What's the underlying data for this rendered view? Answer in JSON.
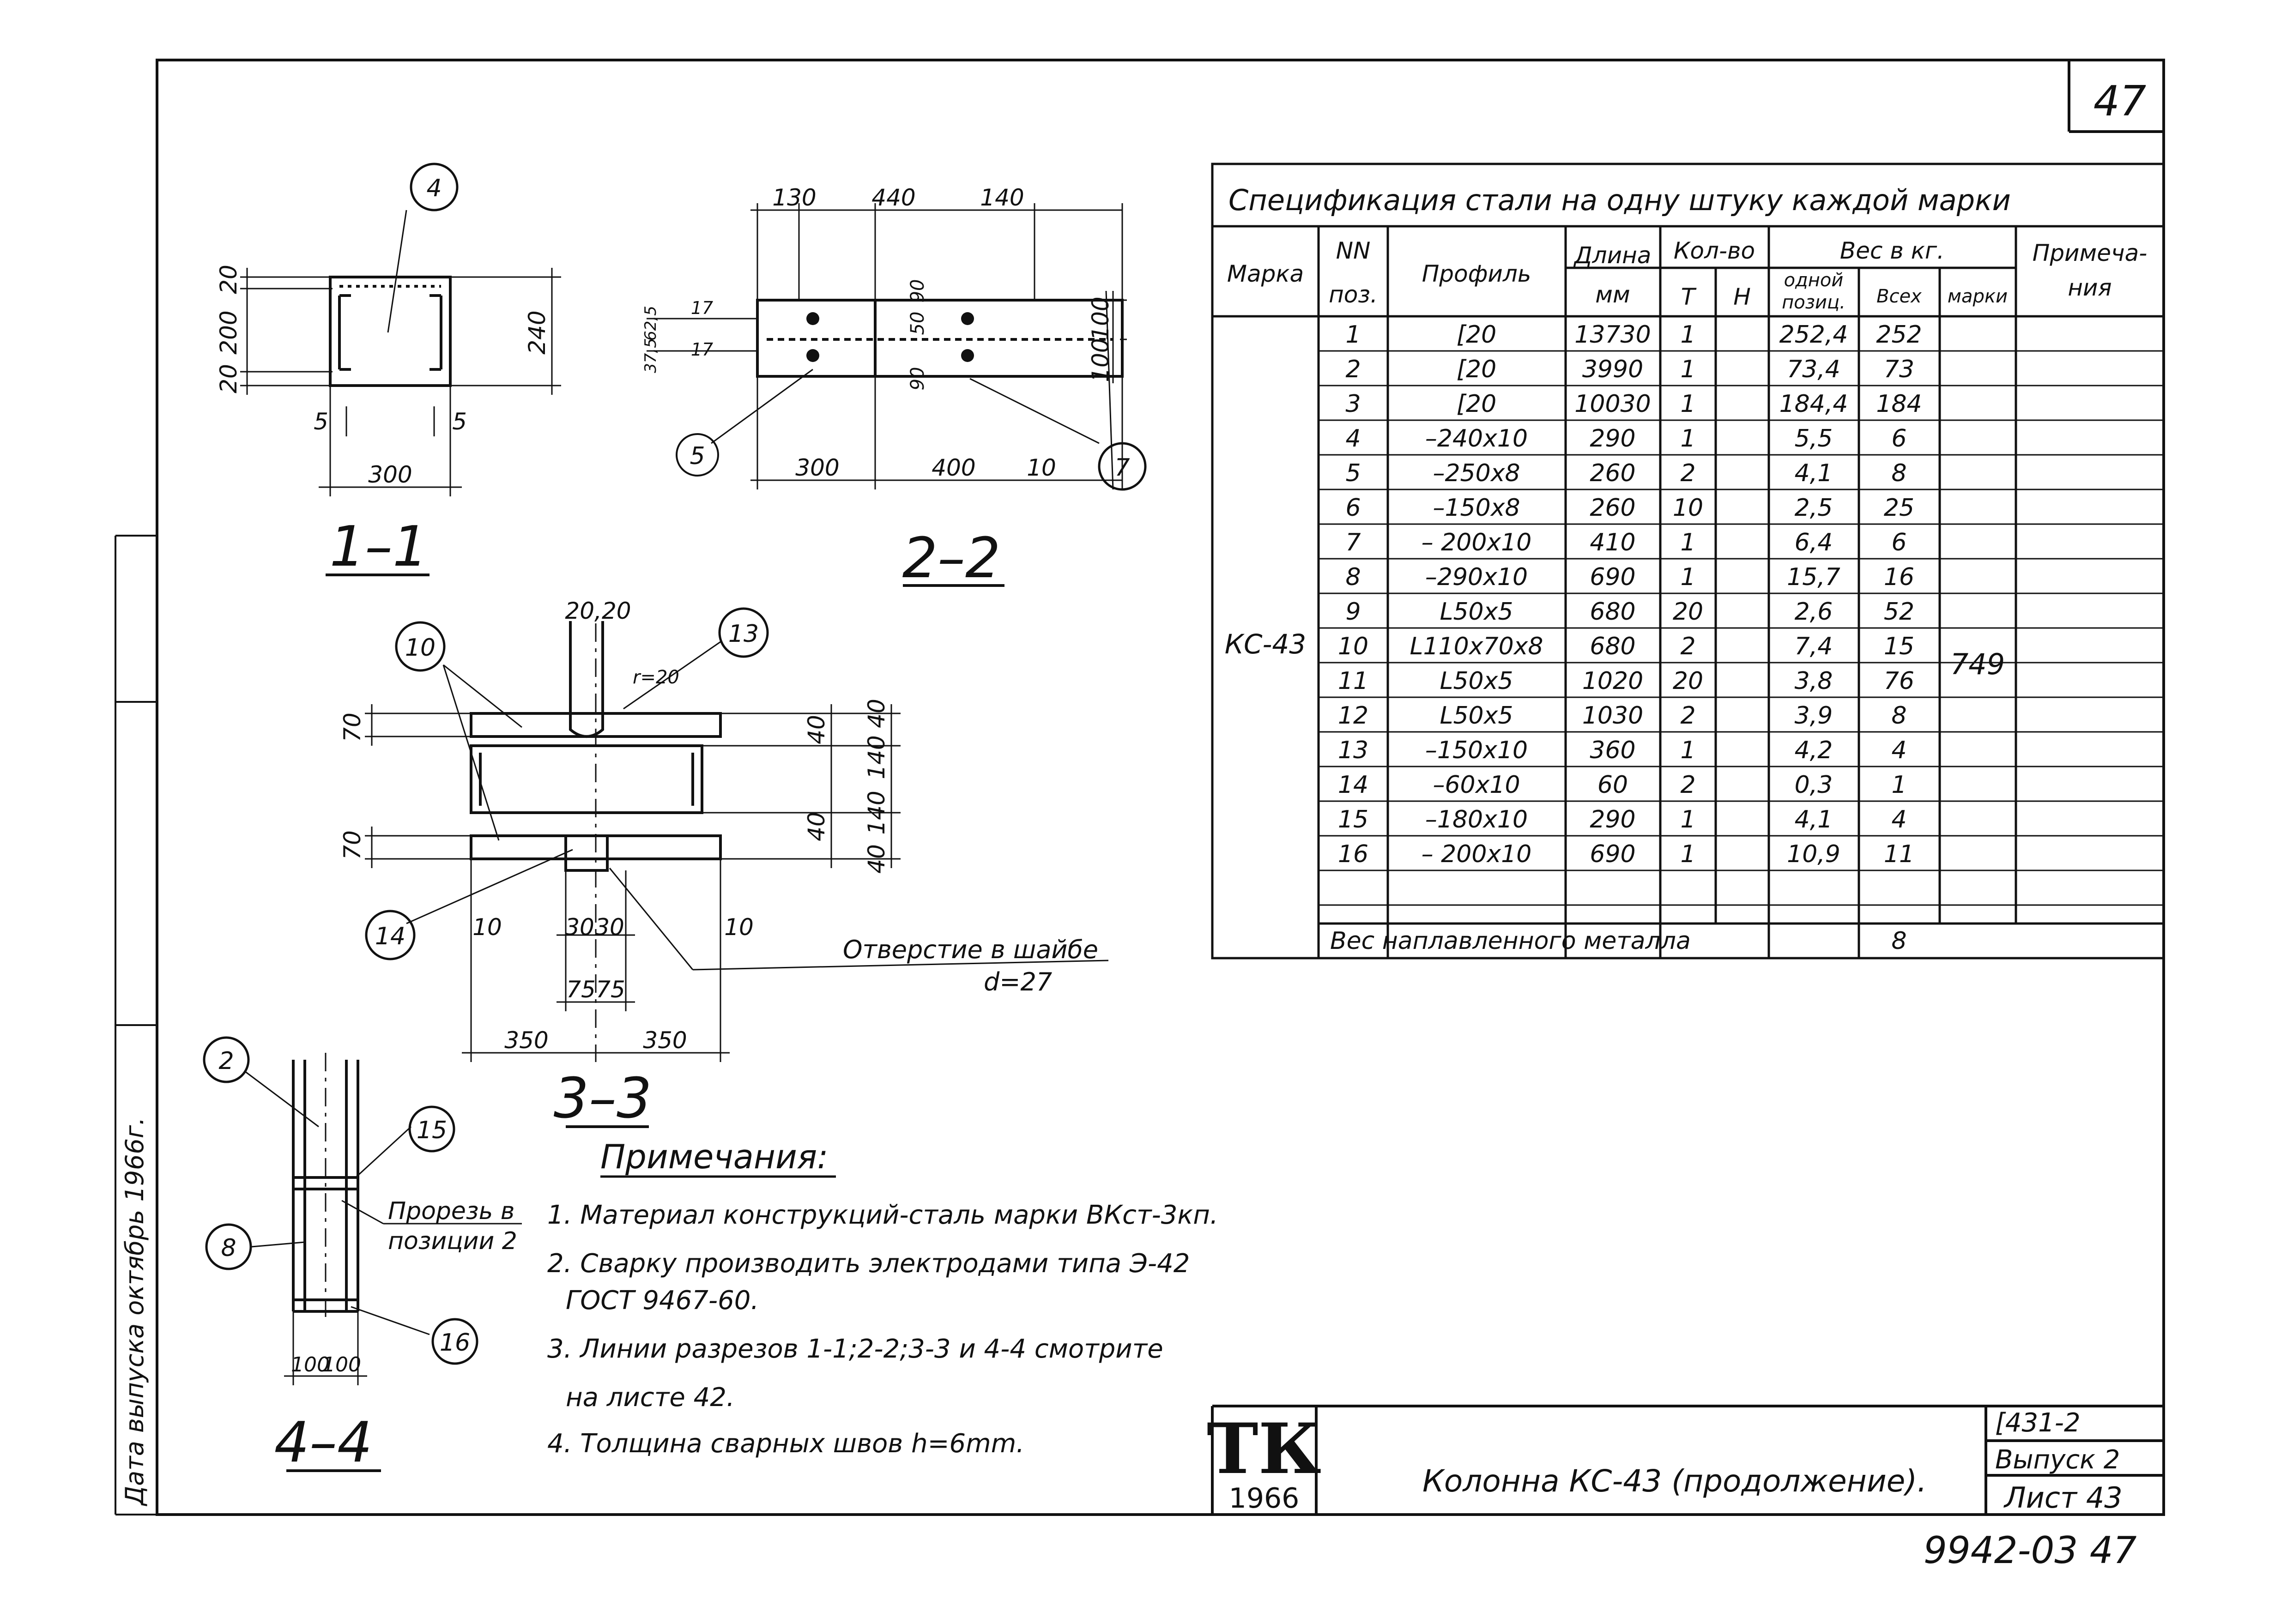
{
  "page_number": "47",
  "spec": {
    "title": "Спецификация стали на одну штуку каждой марки",
    "headers": {
      "marka": "Марка",
      "pos": [
        "NN",
        "поз."
      ],
      "profile": "Профиль",
      "length": [
        "Длина",
        "мм"
      ],
      "qty": "Кол-во",
      "qty_t": "Т",
      "qty_n": "Н",
      "weight": "Вес в кг.",
      "w_one": [
        "одной",
        "позиц."
      ],
      "w_all": "Всех",
      "w_mark": "марки",
      "note": [
        "Примеча-",
        "ния"
      ]
    },
    "mark": "КС-43",
    "mark_weight": "749",
    "rows": [
      {
        "pos": "1",
        "profile": "[20",
        "length": "13730",
        "t": "1",
        "one": "252,4",
        "all": "252"
      },
      {
        "pos": "2",
        "profile": "[20",
        "length": "3990",
        "t": "1",
        "one": "73,4",
        "all": "73"
      },
      {
        "pos": "3",
        "profile": "[20",
        "length": "10030",
        "t": "1",
        "one": "184,4",
        "all": "184"
      },
      {
        "pos": "4",
        "profile": "–240x10",
        "length": "290",
        "t": "1",
        "one": "5,5",
        "all": "6"
      },
      {
        "pos": "5",
        "profile": "–250x8",
        "length": "260",
        "t": "2",
        "one": "4,1",
        "all": "8"
      },
      {
        "pos": "6",
        "profile": "–150x8",
        "length": "260",
        "t": "10",
        "one": "2,5",
        "all": "25"
      },
      {
        "pos": "7",
        "profile": "– 200x10",
        "length": "410",
        "t": "1",
        "one": "6,4",
        "all": "6"
      },
      {
        "pos": "8",
        "profile": "–290x10",
        "length": "690",
        "t": "1",
        "one": "15,7",
        "all": "16"
      },
      {
        "pos": "9",
        "profile": "L50x5",
        "length": "680",
        "t": "20",
        "one": "2,6",
        "all": "52"
      },
      {
        "pos": "10",
        "profile": "L110x70x8",
        "length": "680",
        "t": "2",
        "one": "7,4",
        "all": "15"
      },
      {
        "pos": "11",
        "profile": "L50x5",
        "length": "1020",
        "t": "20",
        "one": "3,8",
        "all": "76"
      },
      {
        "pos": "12",
        "profile": "L50x5",
        "length": "1030",
        "t": "2",
        "one": "3,9",
        "all": "8"
      },
      {
        "pos": "13",
        "profile": "–150x10",
        "length": "360",
        "t": "1",
        "one": "4,2",
        "all": "4"
      },
      {
        "pos": "14",
        "profile": "–60x10",
        "length": "60",
        "t": "2",
        "one": "0,3",
        "all": "1"
      },
      {
        "pos": "15",
        "profile": "–180x10",
        "length": "290",
        "t": "1",
        "one": "4,1",
        "all": "4"
      },
      {
        "pos": "16",
        "profile": "– 200x10",
        "length": "690",
        "t": "1",
        "one": "10,9",
        "all": "11"
      }
    ],
    "weld_label": "Вес наплавленного металла",
    "weld_all": "8"
  },
  "sections": {
    "s11": {
      "label": "1–1",
      "d_20a": "20",
      "d_200": "200",
      "d_20b": "20",
      "d_240": "240",
      "d_5a": "5",
      "d_5b": "5",
      "d_300": "300",
      "callout": "4"
    },
    "s22": {
      "label": "2–2",
      "d_130": "130",
      "d_440": "440",
      "d_140": "140",
      "d_300": "300",
      "d_400": "400",
      "d_10": "10",
      "d_100a": "100",
      "d_100b": "100",
      "d_90a": "90",
      "d_90b": "90",
      "d_50": "50",
      "d_17a": "17",
      "d_17b": "17",
      "d_625": "62,5",
      "d_375": "37,5",
      "callout_5": "5",
      "callout_7": "7"
    },
    "s33": {
      "label": "3–3",
      "d_2020": "20,20",
      "d_r20": "r=20",
      "d_70a": "70",
      "d_70b": "70",
      "d_40a": "40",
      "d_140a": "140",
      "d_140b": "140",
      "d_40b": "40",
      "d_40c": "40",
      "d_40d": "40",
      "d_10a": "10",
      "d_10b": "10",
      "d_30a": "30",
      "d_30b": "30",
      "d_75a": "75",
      "d_75b": "75",
      "d_350a": "350",
      "d_350b": "350",
      "hole_label": "Отверстие в шайбе",
      "hole_d": "d=27",
      "callout_10": "10",
      "callout_13": "13",
      "callout_14": "14"
    },
    "s44": {
      "label": "4–4",
      "d_100a": "100",
      "d_100b": "100",
      "slot_label": [
        "Прорезь в",
        "позиции 2"
      ],
      "callout_2": "2",
      "callout_8": "8",
      "callout_15": "15",
      "callout_16": "16"
    }
  },
  "notes": {
    "title": "Примечания:",
    "items": [
      "1. Материал конструкций-сталь марки ВКст-3кп.",
      "2. Сварку производить электродами типа Э-42",
      "ГОСТ 9467-60.",
      "3. Линии разрезов 1-1;2-2;3-3 и 4-4 смотрите",
      "на листе 42.",
      "4. Толщина сварных швов h=6mm."
    ]
  },
  "stamp": {
    "logo": "ТК",
    "year": "1966",
    "title": "Колонна КС-43 (продолжение).",
    "series": "[431-2",
    "issue": "Выпуск 2",
    "sheet": "Лист 43"
  },
  "side_stamp": "Дата выпуска октябрь 1966г.",
  "footer": "9942-03 47"
}
